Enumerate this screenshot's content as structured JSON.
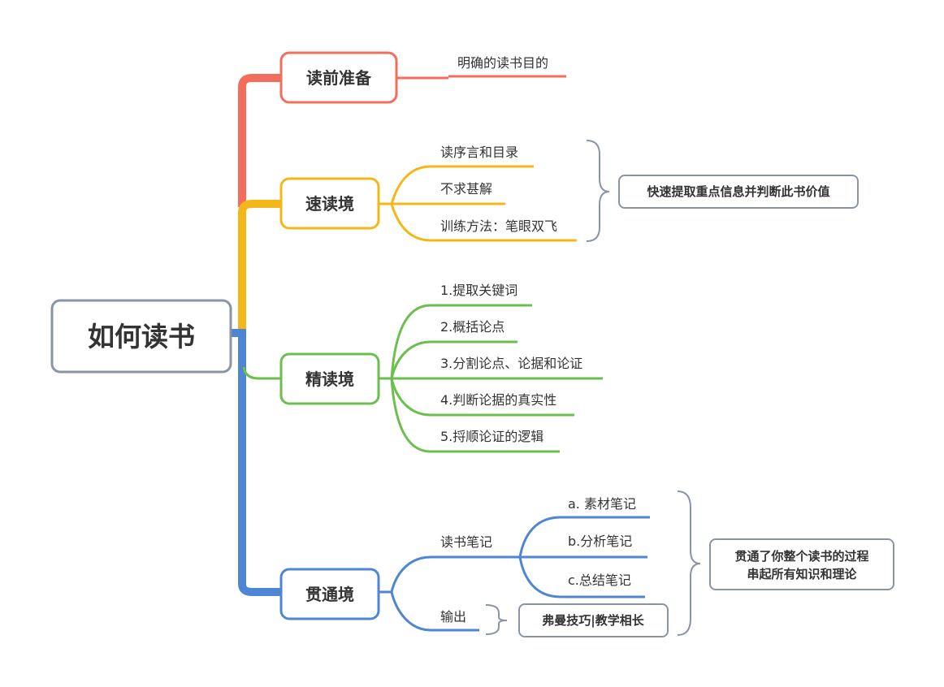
{
  "root": {
    "label": "如何读书"
  },
  "colors": {
    "red": "#f26d5b",
    "yellow": "#f4b719",
    "green": "#6cbf4f",
    "blue": "#4f86d3",
    "gray": "#8a94a6"
  },
  "branches": [
    {
      "label": "读前准备",
      "color": "#f26d5b",
      "items": [
        "明确的读书目的"
      ]
    },
    {
      "label": "速读境",
      "color": "#f4b719",
      "items": [
        "读序言和目录",
        "不求甚解",
        "训练方法：笔眼双飞"
      ],
      "summary": [
        "快速提取重点信息并判断此书价值"
      ]
    },
    {
      "label": "精读境",
      "color": "#6cbf4f",
      "items": [
        "1.提取关键词",
        "2.概括论点",
        "3.分割论点、论据和论证",
        "4.判断论据的真实性",
        "5.捋顺论证的逻辑"
      ]
    },
    {
      "label": "贯通境",
      "color": "#4f86d3",
      "items": [
        "读书笔记",
        "输出"
      ],
      "sub_items": [
        "a. 素材笔记",
        "b.分析笔记",
        "c.总结笔记"
      ],
      "output_summary": [
        "弗曼技巧|教学相长"
      ],
      "summary": [
        "贯通了你整个读书的过程",
        "串起所有知识和理论"
      ]
    }
  ]
}
